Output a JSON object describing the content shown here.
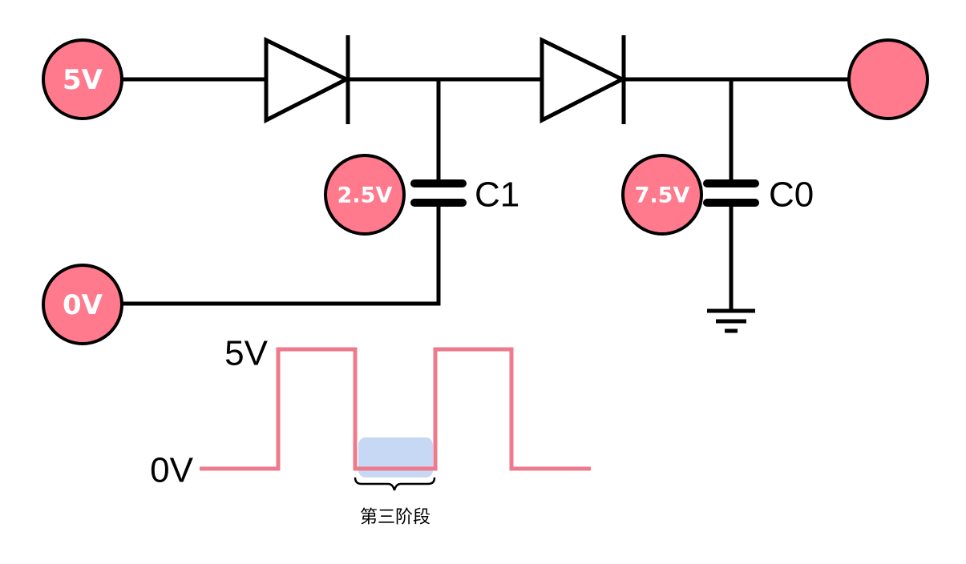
{
  "nodes": {
    "input_label": "5V",
    "ground_label": "0V",
    "c1_voltage": "2.5V",
    "c0_voltage": "7.5V",
    "output_label": ""
  },
  "capacitors": {
    "c1_name": "C1",
    "c0_name": "C0"
  },
  "waveform": {
    "high_label": "5V",
    "low_label": "0V",
    "phase_label": "第三阶段"
  },
  "colors": {
    "node_fill": "#ff7a8c",
    "wave_stroke": "#ee7a8c",
    "highlight_fill": "#c6d8f3",
    "wire": "#000000"
  }
}
